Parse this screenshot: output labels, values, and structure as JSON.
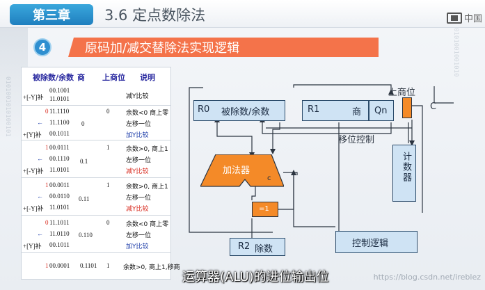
{
  "header": {
    "chapter": "第三章",
    "section_title": "3.6 定点数除法",
    "logo_text": "中国"
  },
  "heading": {
    "number": "4",
    "title": "原码加/减交替除法实现逻辑"
  },
  "table": {
    "headers": [
      "被除数/余数",
      "商",
      "上商位",
      "说明"
    ],
    "rows": [
      {
        "sign": "",
        "ops": [
          "00.1001",
          "11.0101"
        ],
        "left_labels": [
          "+[-Y]补"
        ],
        "quot": "",
        "bit": "",
        "notes": [
          {
            "t": "减Y比较",
            "c": "normal"
          }
        ]
      },
      {
        "sign": "0",
        "ops": [
          "11.1110",
          "11.1100",
          "00.1011"
        ],
        "left_labels": [
          "←",
          "+[Y]补"
        ],
        "quot": "0",
        "bit": "0",
        "notes": [
          {
            "t": "余数<0 商上零",
            "c": "normal"
          },
          {
            "t": "左移一位",
            "c": "normal"
          },
          {
            "t": "加Y比较",
            "c": "blue"
          }
        ]
      },
      {
        "sign": "1",
        "ops": [
          "00.0111",
          "00.1110",
          "11.0101"
        ],
        "left_labels": [
          "←",
          "+[-Y]补"
        ],
        "quot": "0.1",
        "bit": "1",
        "notes": [
          {
            "t": "余数>0, 商上1",
            "c": "normal"
          },
          {
            "t": "左移一位",
            "c": "normal"
          },
          {
            "t": "减Y比较",
            "c": "red"
          }
        ]
      },
      {
        "sign": "1",
        "ops": [
          "00.0011",
          "00.0110",
          "11.0101"
        ],
        "left_labels": [
          "←",
          "+[-Y]补"
        ],
        "quot": "0.11",
        "bit": "1",
        "notes": [
          {
            "t": "余数>0, 商上1",
            "c": "normal"
          },
          {
            "t": "左移一位",
            "c": "normal"
          },
          {
            "t": "减Y比较",
            "c": "red"
          }
        ]
      },
      {
        "sign": "0",
        "ops": [
          "11.1011",
          "11.0110",
          "00.1011"
        ],
        "left_labels": [
          "←",
          "+[Y]补"
        ],
        "quot": "0.110",
        "bit": "0",
        "notes": [
          {
            "t": "余数<0 商上零",
            "c": "normal"
          },
          {
            "t": "左移一位",
            "c": "normal"
          },
          {
            "t": "加Y比较",
            "c": "blue"
          }
        ]
      },
      {
        "sign": "1",
        "ops": [
          "00.0001"
        ],
        "left_labels": [],
        "quot": "0.1101",
        "bit": "1",
        "notes": [
          {
            "t": "余数>0, 商上1,移商",
            "c": "normal"
          }
        ]
      }
    ]
  },
  "diagram": {
    "r0_label": "R0",
    "r0_text": "被除数/余数",
    "r1_label": "R1",
    "r1_text": "商",
    "qn_label": "Qn",
    "top_bit_label": "上商位",
    "c_label": "C",
    "shift_control": "移位控制",
    "counter": "计数器",
    "adder": "加法器",
    "adder_c": "c",
    "xor": "=1",
    "r2_label": "R2",
    "r2_text": "除数",
    "control_logic": "控制逻辑"
  },
  "subtitle": "运算器(ALU)的进位输出位",
  "watermark": "https://blog.csdn.net/ireblez"
}
